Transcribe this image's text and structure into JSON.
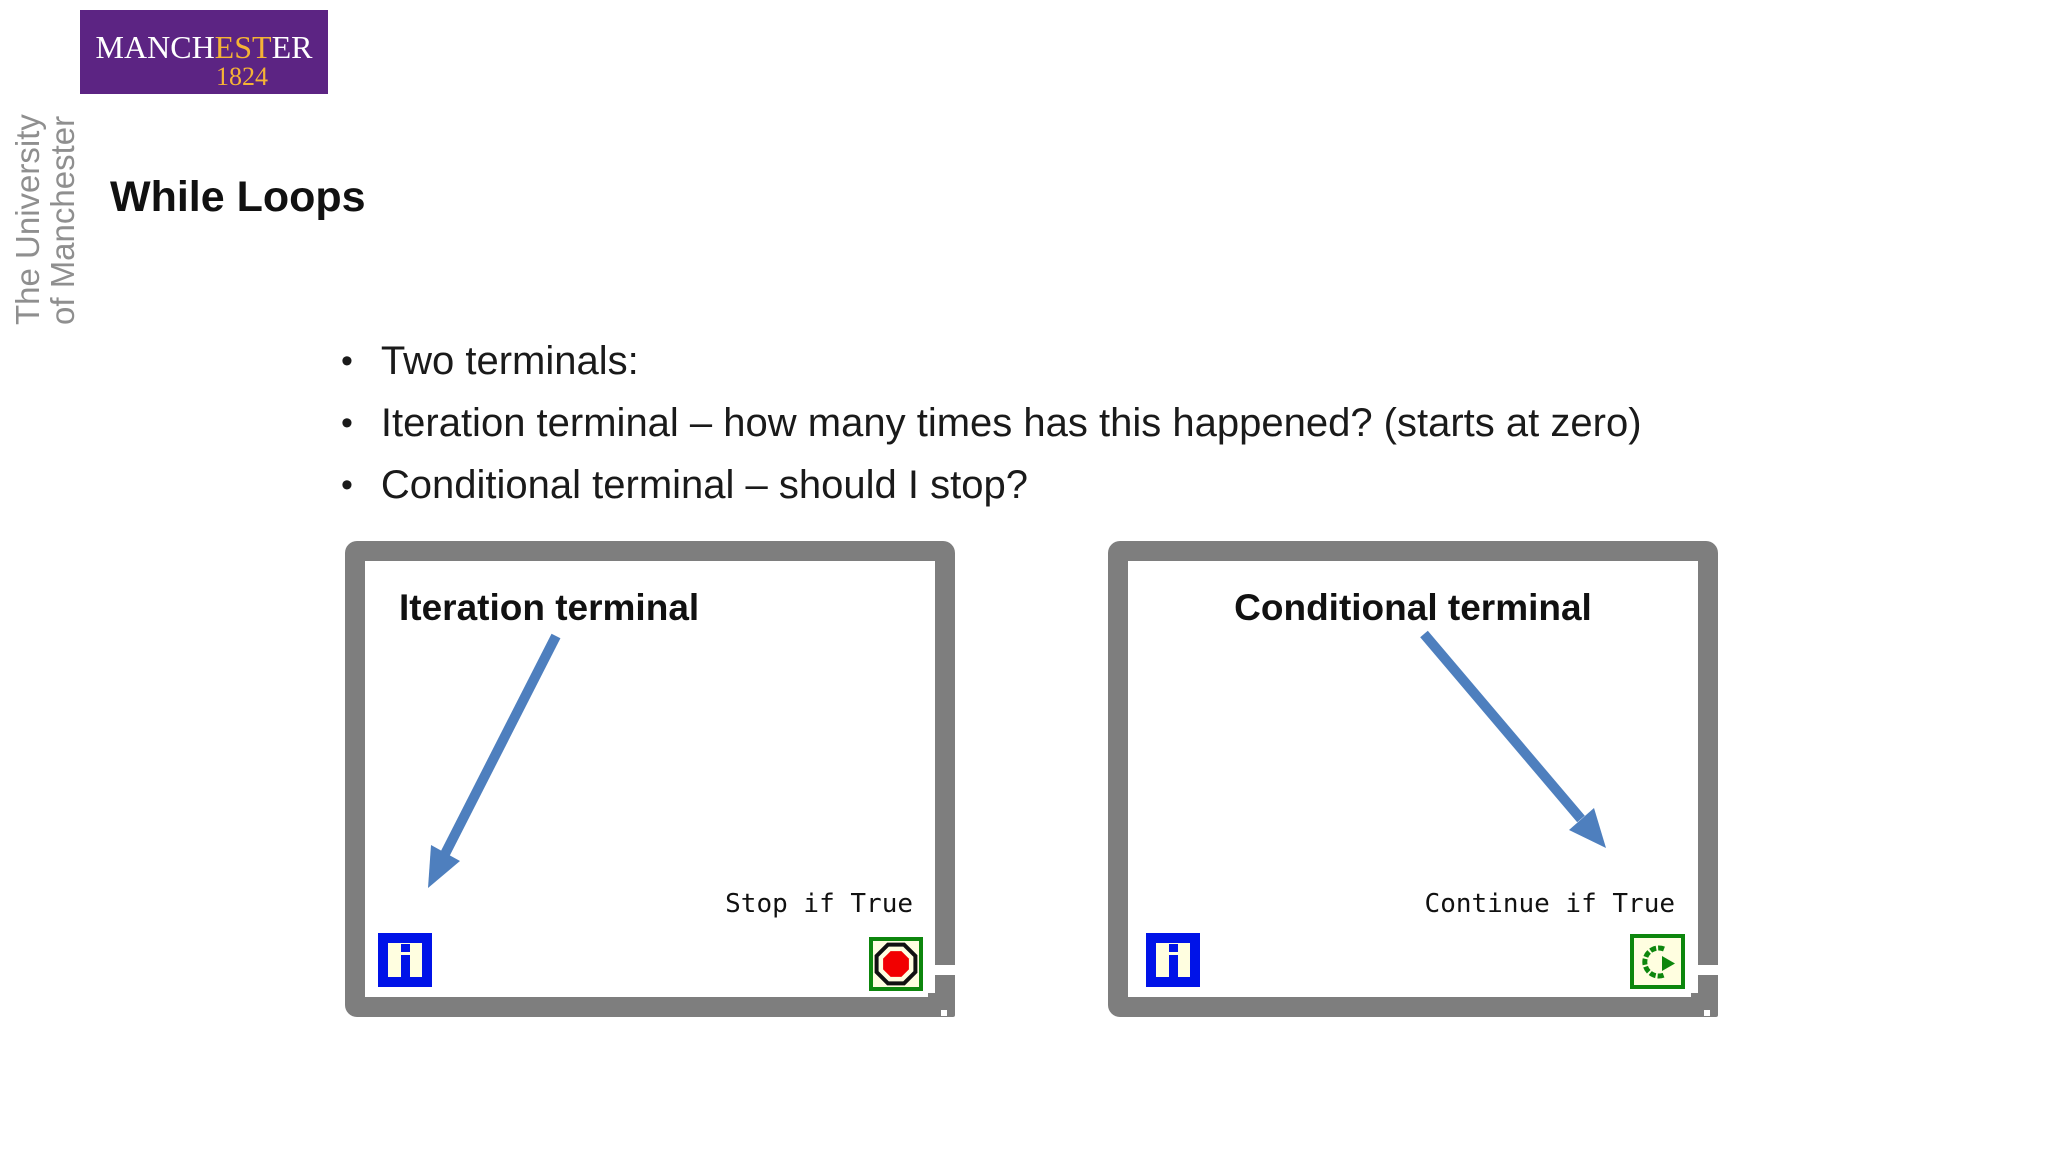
{
  "branding": {
    "logo": {
      "prefix": "MANCH",
      "highlight": "EST",
      "suffix": "ER",
      "year": "1824"
    },
    "vertical_text_line1": "The University",
    "vertical_text_line2": "of Manchester",
    "colors": {
      "purple": "#5c2483",
      "gold": "#f5b335",
      "gray_text": "#8f8f8f"
    }
  },
  "slide": {
    "title": "While Loops",
    "bullets": [
      "Two terminals:",
      "Iteration terminal – how many times has this happened? (starts at zero)",
      "Conditional terminal – should I stop?"
    ]
  },
  "diagrams": {
    "colors": {
      "loop_border_gray": "#7e7e7e",
      "arrow_blue": "#4e7fbe",
      "terminal_blue": "#0013e8",
      "terminal_cream": "#fffee0",
      "terminal_green": "#0d860d",
      "stop_red": "#f20000"
    },
    "left_loop": {
      "annotation": "Iteration terminal",
      "caption": "Stop if True"
    },
    "right_loop": {
      "annotation": "Conditional terminal",
      "caption": "Continue if True"
    }
  }
}
